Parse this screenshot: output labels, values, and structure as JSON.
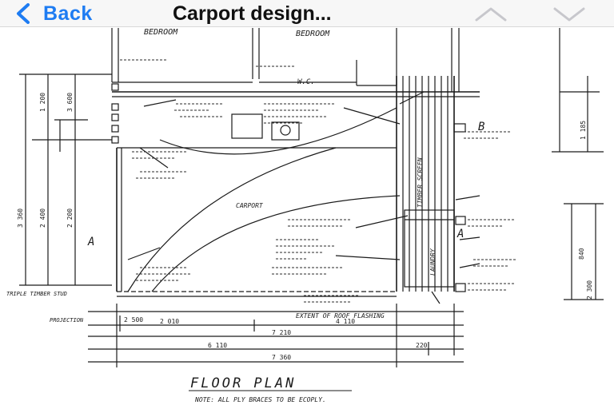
{
  "navbar": {
    "back_label": "Back",
    "title": "Carport design...",
    "back_icon": "chevron-left-icon",
    "prev_icon": "chevron-up-icon",
    "next_icon": "chevron-down-icon",
    "accent_color": "#1e7cf2"
  },
  "drawing": {
    "title": "FLOOR  PLAN",
    "note": "NOTE: ALL PLY BRACES TO BE ECOPLY.",
    "room_labels": [
      "BEDROOM",
      "BEDROOM",
      "W.C."
    ],
    "labels": {
      "carport": "CARPORT",
      "timber_screen": "TIMBER SCREEN",
      "laundry": "LAUNDRY",
      "triple_timber": "TRIPLE TIMBER STUD",
      "extent": "EXTENT OF ROOF FLASHING",
      "projection": "PROJECTION",
      "section_a": "A",
      "section_b": "B"
    },
    "dimensions": {
      "d1": "2 010",
      "d2": "4 110",
      "d3": "7 210",
      "d4": "220",
      "d5": "6 110",
      "d6": "7 360",
      "d7": "2 500",
      "v1": "3 360",
      "v2": "2 400",
      "v3": "2 200",
      "v4": "1 200",
      "v5": "3 600",
      "v6": "2 300",
      "v7": "840",
      "v8": "1 185"
    }
  }
}
